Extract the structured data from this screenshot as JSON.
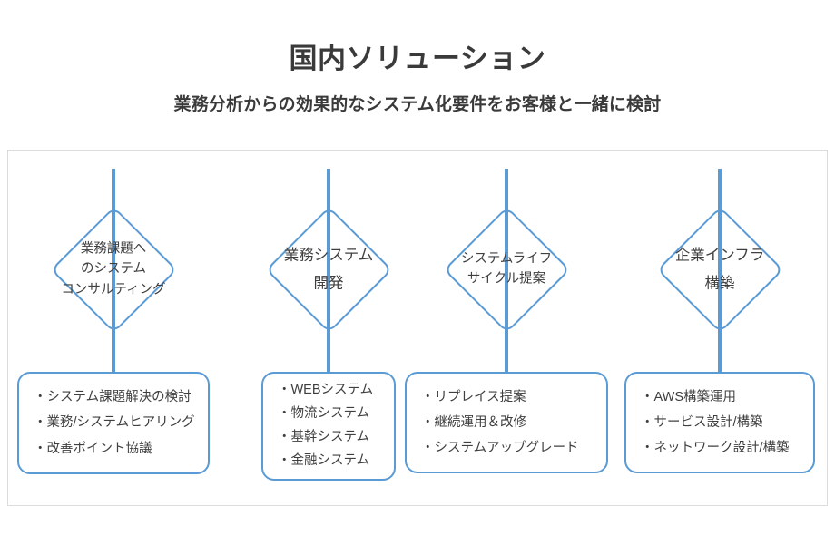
{
  "header": {
    "title": "国内ソリューション",
    "subtitle": "業務分析からの効果的なシステム化要件をお客様と一緒に検討"
  },
  "theme": {
    "accent": "#5b9bd5",
    "text": "#3f3f3f",
    "heading": "#3a3a3a",
    "frame_border": "#dcdcdc",
    "background": "#ffffff"
  },
  "columns": [
    {
      "diamond_label": "業務課題へ\nのシステム\nコンサルティング",
      "items": [
        "・システム課題解決の検討",
        "・業務/システムヒアリング",
        "・改善ポイント協議"
      ]
    },
    {
      "diamond_label": "業務システム\n開発",
      "items": [
        "・WEBシステム",
        "・物流システム",
        "・基幹システム",
        "・金融システム"
      ]
    },
    {
      "diamond_label": "システムライフ\nサイクル提案",
      "items": [
        "・リプレイス提案",
        "・継続運用＆改修",
        "・システムアップグレード"
      ]
    },
    {
      "diamond_label": "企業インフラ\n構築",
      "items": [
        "・AWS構築運用",
        "・サービス設計/構築",
        "・ネットワーク設計/構築"
      ]
    }
  ]
}
